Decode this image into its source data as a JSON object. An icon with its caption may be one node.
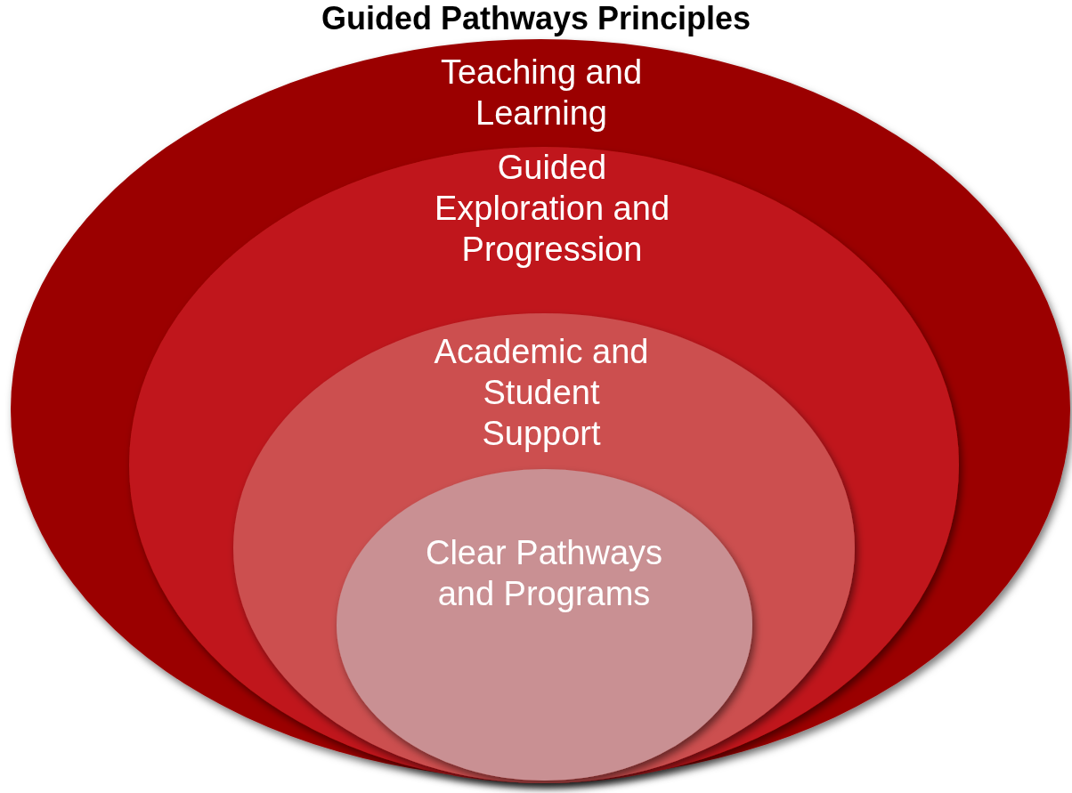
{
  "diagram": {
    "title": "Guided Pathways Principles",
    "nodes": [
      {
        "text": [
          "Teaching and Learning"
        ]
      },
      {
        "text": [
          "Guided Exploration and Progression"
        ],
        "in": 0
      },
      {
        "text": [
          "Academic and Student Support"
        ],
        "in": 1
      },
      {
        "text": [
          "Clear Pathways and Programs"
        ],
        "in": 2
      }
    ]
  }
}
